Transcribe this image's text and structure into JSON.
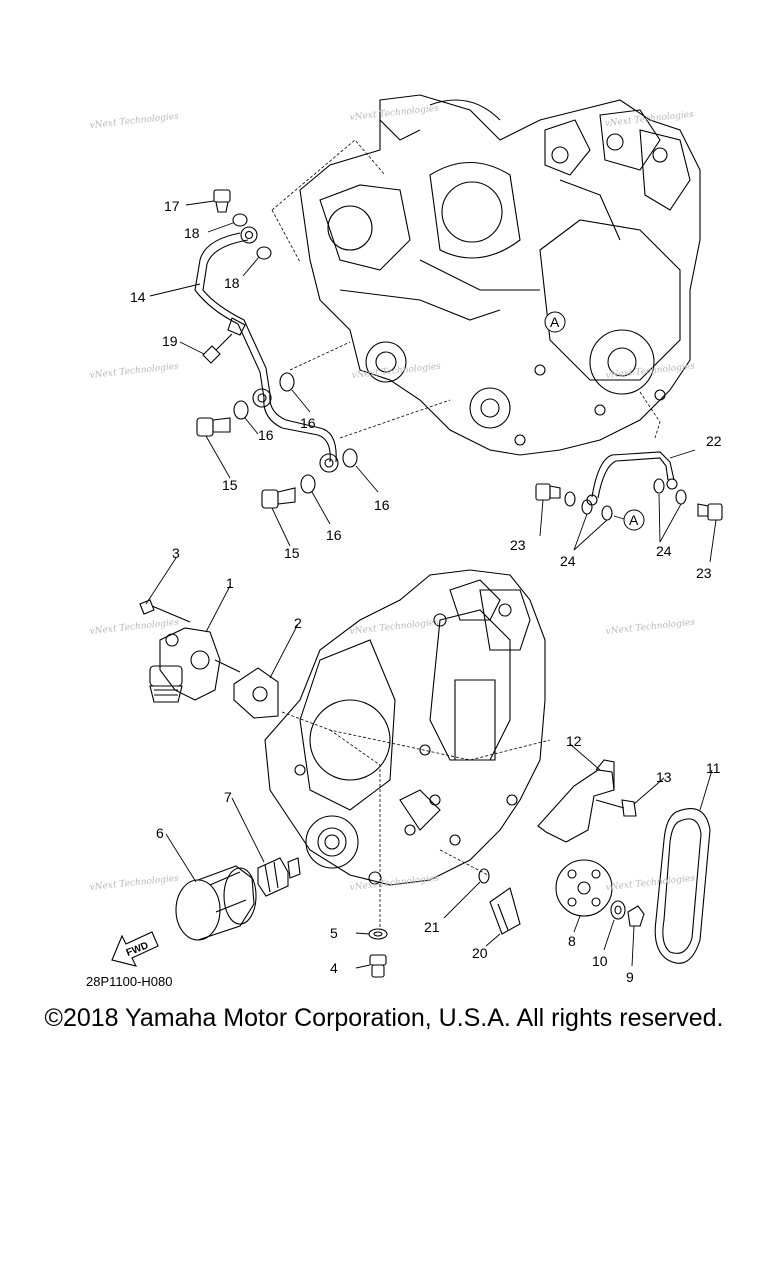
{
  "diagram": {
    "callouts": {
      "c1": "1",
      "c2": "2",
      "c3": "3",
      "c4": "4",
      "c5": "5",
      "c6": "6",
      "c7": "7",
      "c8": "8",
      "c9": "9",
      "c10": "10",
      "c11": "11",
      "c12": "12",
      "c13": "13",
      "c14": "14",
      "c15a": "15",
      "c15b": "15",
      "c16a": "16",
      "c16b": "16",
      "c16c": "16",
      "c16d": "16",
      "c17": "17",
      "c18a": "18",
      "c18b": "18",
      "c19": "19",
      "c20": "20",
      "c21": "21",
      "c22": "22",
      "c23a": "23",
      "c23b": "23",
      "c24a": "24",
      "c24b": "24"
    },
    "ref_marks": {
      "a1": "A",
      "a2": "A"
    },
    "fwd_label": "FWD",
    "watermark": "vNext Technologies",
    "ref_code": "28P1100-H080"
  },
  "footer": {
    "copyright": "©2018 Yamaha Motor Corporation, U.S.A. All rights reserved."
  }
}
